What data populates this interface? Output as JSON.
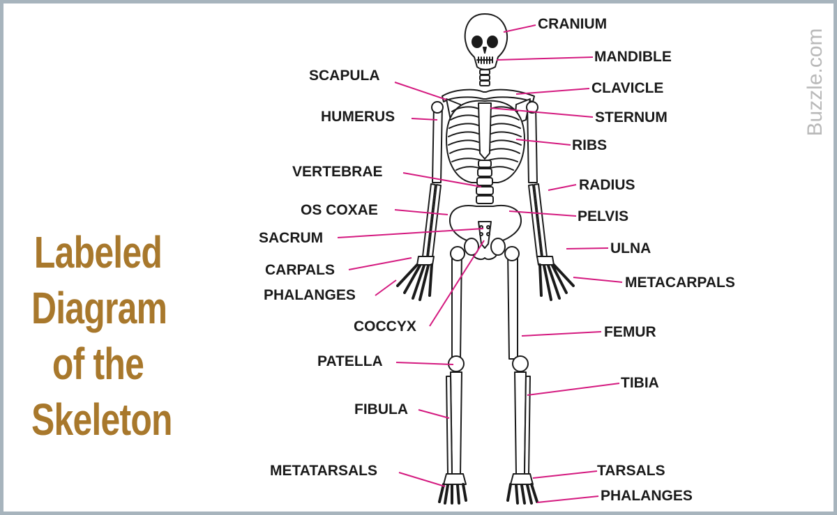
{
  "title": {
    "line1": "Labeled",
    "line2": "Diagram",
    "line3": "of the",
    "line4": "Skeleton"
  },
  "watermark": "Buzzle.com",
  "colors": {
    "leader": "#d4197f",
    "title": "#a8782c",
    "border": "#a7b4bd",
    "bone_outline": "#1a1a1a"
  },
  "labels": {
    "cranium": "CRANIUM",
    "mandible": "MANDIBLE",
    "scapula": "SCAPULA",
    "clavicle": "CLAVICLE",
    "humerus": "HUMERUS",
    "sternum": "STERNUM",
    "ribs": "RIBS",
    "vertebrae": "VERTEBRAE",
    "radius": "RADIUS",
    "os_coxae": "OS COXAE",
    "pelvis": "PELVIS",
    "sacrum": "SACRUM",
    "ulna": "ULNA",
    "carpals": "CARPALS",
    "metacarpals": "METACARPALS",
    "phalanges_hand": "PHALANGES",
    "coccyx": "COCCYX",
    "femur": "FEMUR",
    "patella": "PATELLA",
    "tibia": "TIBIA",
    "fibula": "FIBULA",
    "metatarsals": "METATARSALS",
    "tarsals": "TARSALS",
    "phalanges_foot": "PHALANGES"
  }
}
